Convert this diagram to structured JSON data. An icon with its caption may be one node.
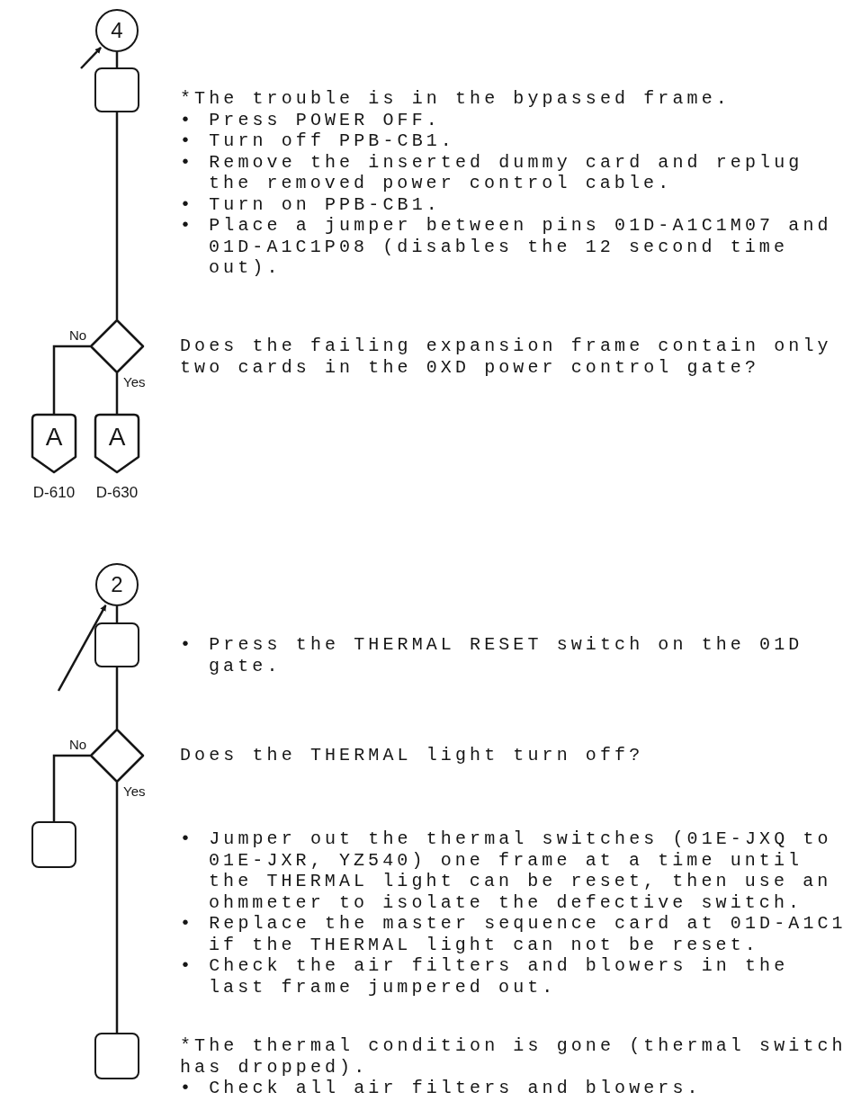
{
  "diagram": {
    "nodes": [
      {
        "text": [
          "4"
        ]
      },
      {
        "text": [],
        "shape": "box",
        "beside": [
          "*The trouble is in the bypassed frame.",
          "• Press POWER OFF.",
          "• Turn off PPB-CB1.",
          "• Remove the inserted dummy card and replug the removed power control cable.",
          "• Turn on PPB-CB1.",
          "• Place a jumper between pins 01D-A1C1M07 and 01D-A1C1P08 (disables the 12 second time out)."
        ]
      },
      {
        "text": [],
        "shape": "diamond",
        "beside": [
          "Does the failing expansion frame contain only two cards in the 0XD power control gate?"
        ]
      },
      {
        "text": [
          "A"
        ],
        "beside": [
          "D-610"
        ]
      },
      {
        "text": [
          "A"
        ],
        "beside": [
          "D-630"
        ]
      },
      {
        "text": [
          "2"
        ]
      },
      {
        "text": [],
        "shape": "box",
        "beside": [
          "• Press the THERMAL RESET switch on the 01D gate."
        ]
      },
      {
        "text": [],
        "shape": "diamond",
        "beside": [
          "Does the THERMAL light turn off?"
        ]
      },
      {
        "text": [],
        "shape": "box",
        "beside": [
          "• Jumper out the thermal switches (01E-JXQ to 01E-JXR, YZ540) one frame at a time until the THERMAL light can be reset, then use an ohmmeter to isolate the defective switch.",
          "• Replace the master sequence card at 01D-A1C1 if the THERMAL light can not be reset.",
          "• Check the air filters and blowers in the last frame jumpered out."
        ]
      },
      {
        "text": [],
        "shape": "box",
        "beside": [
          "*The thermal condition is gone (thermal switch has dropped).",
          "• Check all air filters and blowers."
        ]
      }
    ],
    "edges": [
      {
        "from": null,
        "to": 0,
        "arrow": "to"
      },
      {
        "from": 0,
        "to": 1,
        "arrow": "none"
      },
      {
        "from": 1,
        "to": 2,
        "arrow": "none"
      },
      {
        "from": 2,
        "to": 3,
        "arrow": "none",
        "label": "No"
      },
      {
        "from": 2,
        "to": 4,
        "arrow": "none",
        "label": "Yes"
      },
      {
        "from": null,
        "to": 5,
        "arrow": "to"
      },
      {
        "from": 5,
        "to": 6,
        "arrow": "none"
      },
      {
        "from": 6,
        "to": 7,
        "arrow": "none"
      },
      {
        "from": 7,
        "to": 8,
        "arrow": "none",
        "label": "No"
      },
      {
        "from": 7,
        "to": 9,
        "arrow": "none",
        "label": "Yes"
      }
    ]
  }
}
